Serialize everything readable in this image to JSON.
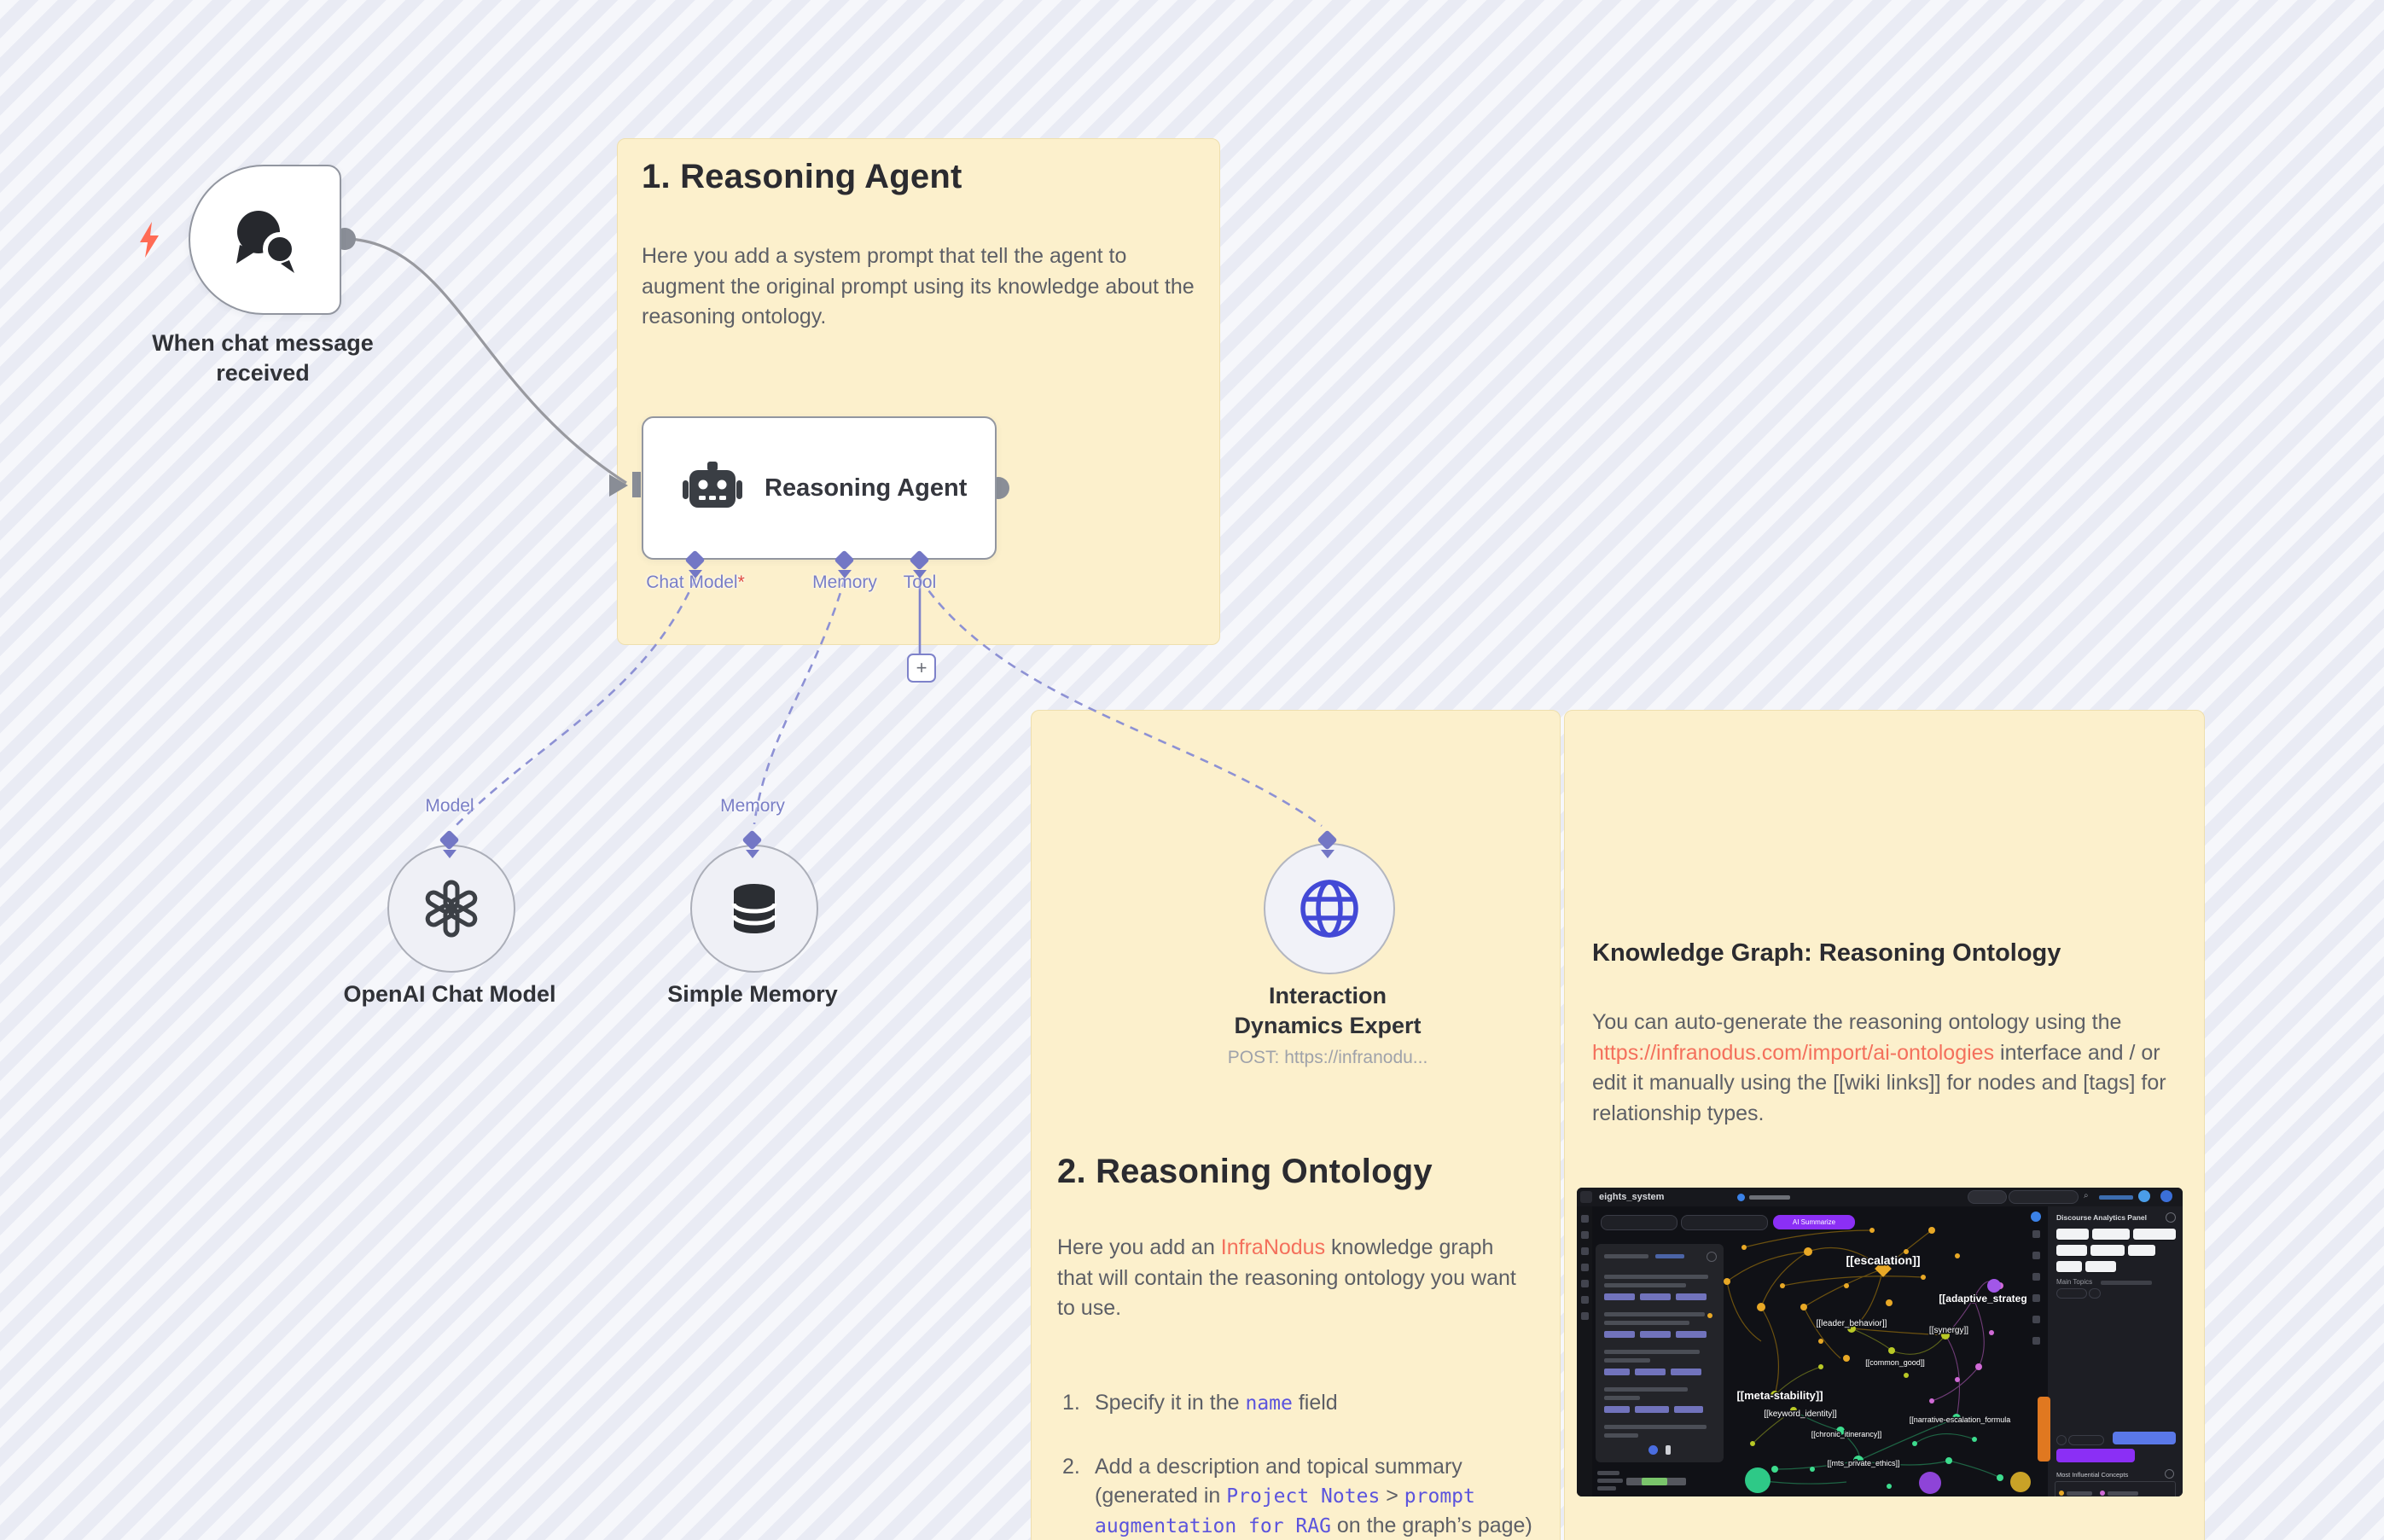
{
  "colors": {
    "canvas_stripe_light": "#f6f7fb",
    "canvas_stripe_dark": "#e9ebf4",
    "sticky_bg": "#fcf0cc",
    "sticky_border": "#eedfae",
    "accent_purple": "#7377c5",
    "link_coral": "#f4705c",
    "code_purple": "#5b54dd",
    "node_border": "#9296a0",
    "connector_gray": "#98999f",
    "required_red": "#e04a3f",
    "trigger_bolt": "#ff6b55",
    "globe_blue": "#4349d6"
  },
  "trigger": {
    "label": "When chat message received"
  },
  "agent": {
    "label": "Reasoning Agent",
    "ports": [
      {
        "label": "Chat Model",
        "required_mark": "*"
      },
      {
        "label": "Memory",
        "required_mark": ""
      },
      {
        "label": "Tool",
        "required_mark": ""
      }
    ],
    "plus_icon": "+"
  },
  "subnodes": {
    "model": {
      "port_label": "Model",
      "name": "OpenAI Chat Model"
    },
    "memory": {
      "port_label": "Memory",
      "name": "Simple Memory"
    },
    "tool": {
      "name_line1": "Interaction",
      "name_line2": "Dynamics Expert",
      "subtitle": "POST: https://infranodu..."
    }
  },
  "stickies": {
    "agent": {
      "title": "1. Reasoning Agent",
      "body": "Here you add a system prompt that tell the agent to augment the original prompt using its knowledge about the reasoning ontology."
    },
    "ontology": {
      "title": "2. Reasoning Ontology",
      "intro": [
        "Here you add an ",
        "InfraNodus",
        " knowledge graph that will contain the reasoning ontology you want to use."
      ],
      "items": [
        {
          "num": "1.",
          "parts": [
            "Specify it in the ",
            "name",
            " field"
          ]
        },
        {
          "num": "2.",
          "parts": [
            "Add a description and topical summary (generated in ",
            "Project Notes",
            " > ",
            "prompt augmentation for RAG",
            " on the graph’s page)"
          ]
        }
      ]
    },
    "kg": {
      "title": "Knowledge Graph: Reasoning Ontology",
      "body": [
        "You can auto-generate the reasoning ontology using the ",
        "https://infranodus.com/import/ai-ontologies",
        " interface and / or edit it manually using the [[wiki links]] for nodes and [tags] for relationship types."
      ]
    }
  },
  "infranodus": {
    "app_title": "eights_system",
    "ai_button": "AI Summarize",
    "panel_title": "Discourse Analytics Panel",
    "main_topics_label": "Main Topics",
    "influential_label": "Most Influential Concepts",
    "graph_labels": [
      "[[escalation]]",
      "[[adaptive_strateg",
      "[[leader_behavior]]",
      "[[synergy]]",
      "[[common_good]]",
      "[[meta-stability]]",
      "[[keyword_identity]]",
      "[[narrative-escalation_formula",
      "[[chronic_itinerancy]]",
      "[[mts_private_ethics]]"
    ]
  }
}
